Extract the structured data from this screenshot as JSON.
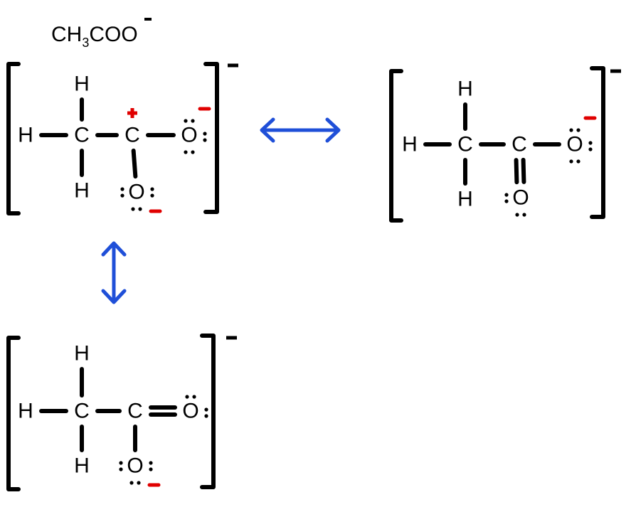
{
  "title": {
    "main": "CH",
    "sub": "3",
    "rest": "COO",
    "charge": "-"
  },
  "colors": {
    "arrow": "#1f4fd8",
    "formal_charge": "#e00000",
    "ink": "#000000"
  },
  "structures": [
    {
      "name": "resonance-structure-1",
      "atoms": {
        "h_left": "H",
        "c1": "C",
        "c2": "C",
        "o_right": "O",
        "h_top": "H",
        "h_bottom": "H",
        "o_bottom": "O"
      },
      "c2_o_bottom_bond": "single",
      "c2_o_right_bond": "single",
      "c2_charge": "+",
      "o_right_charge": "-",
      "o_bottom_charge": "-",
      "bracket_charge": "-"
    },
    {
      "name": "resonance-structure-2",
      "atoms": {
        "h_left": "H",
        "c1": "C",
        "c2": "C",
        "o_right": "O",
        "h_top": "H",
        "h_bottom": "H",
        "o_bottom": "O"
      },
      "c2_o_bottom_bond": "double",
      "c2_o_right_bond": "single",
      "c2_charge": "",
      "o_right_charge": "-",
      "o_bottom_charge": "",
      "bracket_charge": "-"
    },
    {
      "name": "resonance-structure-3",
      "atoms": {
        "h_left": "H",
        "c1": "C",
        "c2": "C",
        "o_right": "O",
        "h_top": "H",
        "h_bottom": "H",
        "o_bottom": "O"
      },
      "c2_o_bottom_bond": "single",
      "c2_o_right_bond": "double",
      "c2_charge": "",
      "o_right_charge": "",
      "o_bottom_charge": "-",
      "bracket_charge": "-"
    }
  ],
  "arrows": [
    {
      "name": "resonance-arrow-horizontal",
      "type": "double-headed"
    },
    {
      "name": "resonance-arrow-vertical",
      "type": "double-headed"
    }
  ]
}
